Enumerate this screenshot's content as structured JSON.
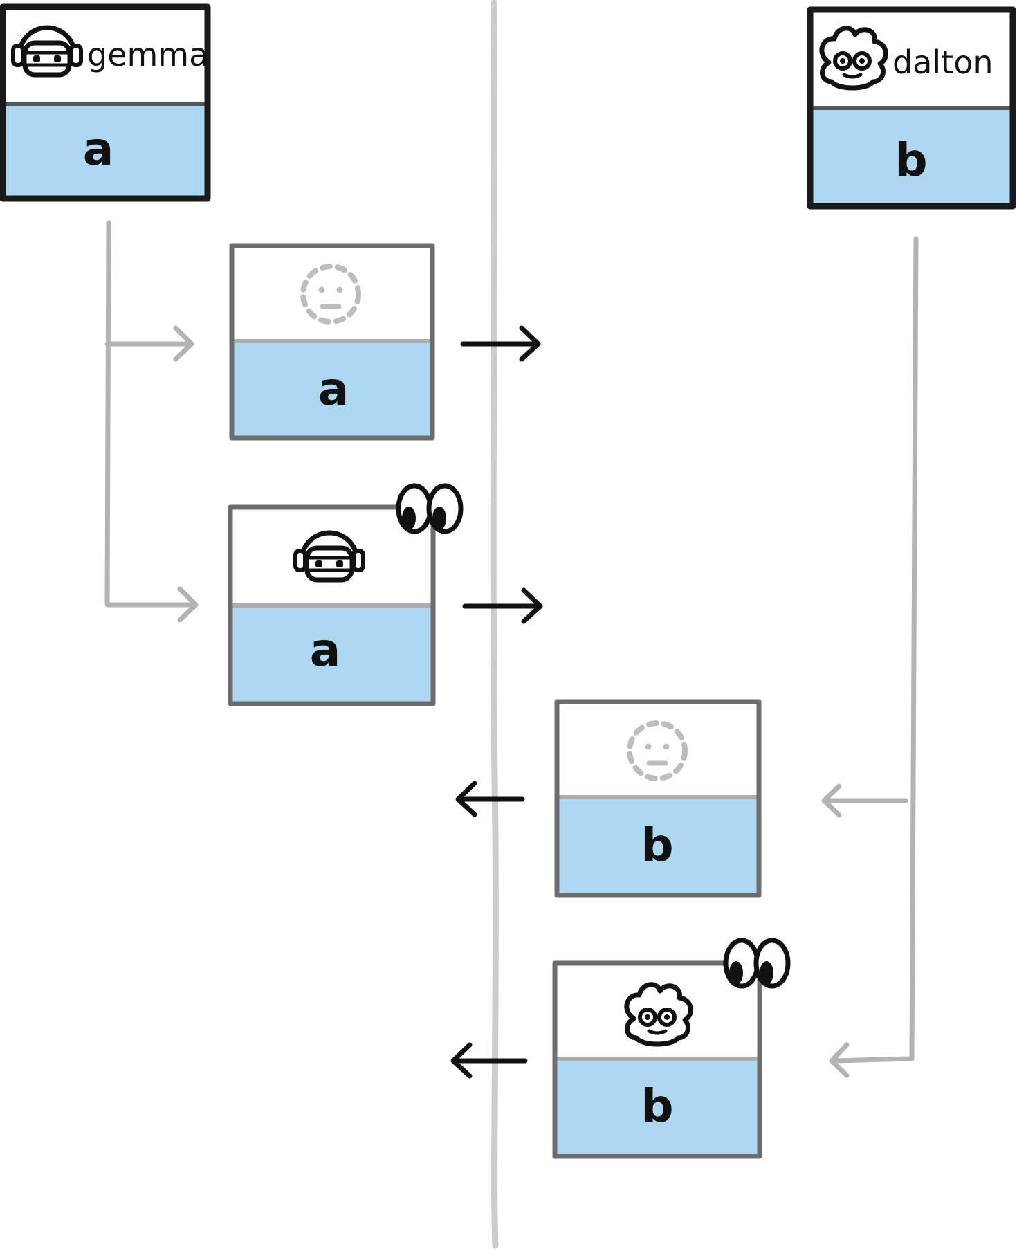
{
  "palette": {
    "fill_blue": "#aed8f2",
    "ink": "#111111",
    "frame_dark": "#1a1a1a",
    "frame_gray": "#6d6d6d",
    "divider_gray": "#acacac",
    "line_gray": "#b3b3b3",
    "lane_gray": "#cccccc",
    "unknown_face": "#bdbdbd"
  },
  "participants": {
    "gemma": {
      "name": "gemma",
      "value": "a",
      "icon": "headphones-face-icon"
    },
    "dalton": {
      "name": "dalton",
      "value": "b",
      "icon": "curly-hair-face-icon"
    }
  },
  "messages": {
    "m1": {
      "value": "a",
      "sender_icon": "unknown-sender-icon"
    },
    "m2": {
      "value": "a",
      "sender_icon": "headphones-face-icon",
      "badge": "eyes-icon"
    },
    "m3": {
      "value": "b",
      "sender_icon": "unknown-sender-icon"
    },
    "m4": {
      "value": "b",
      "sender_icon": "curly-hair-face-icon",
      "badge": "eyes-icon"
    }
  }
}
